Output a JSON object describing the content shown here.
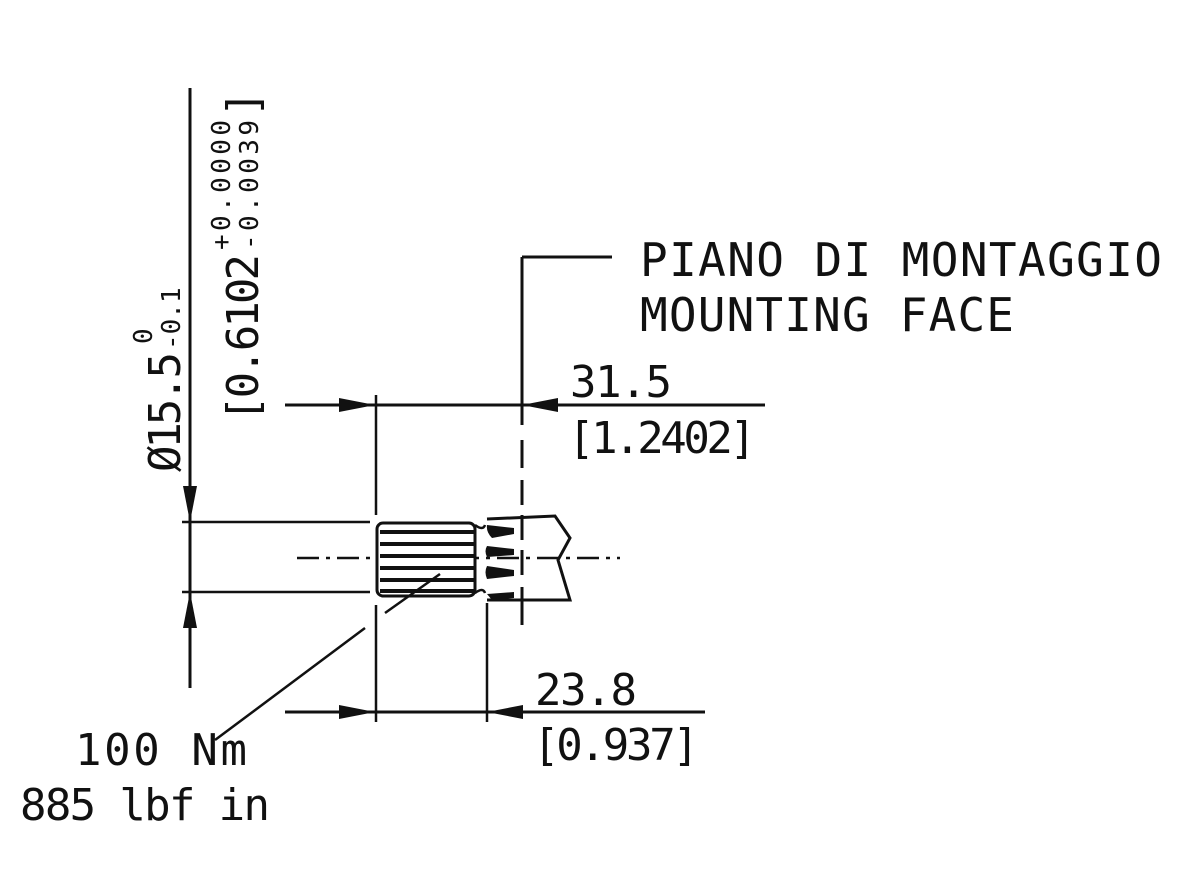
{
  "mounting_face": {
    "line1": "PIANO DI MONTAGGIO",
    "line2": "MOUNTING FACE"
  },
  "dim_length_total": {
    "mm": "31.5",
    "inch": "[1.2402]"
  },
  "dim_length_spline": {
    "mm": "23.8",
    "inch": "[0.937]"
  },
  "dim_diameter": {
    "mm_nominal": "Ø15.5",
    "mm_upper_tol": "0",
    "mm_lower_tol": "-0.1",
    "inch_open": "[0.6102",
    "inch_upper_tol": "+0.0000",
    "inch_lower_tol": "-0.0039",
    "inch_close": "]"
  },
  "torque": {
    "metric": "100 Nm",
    "imperial": "885 lbf in"
  }
}
